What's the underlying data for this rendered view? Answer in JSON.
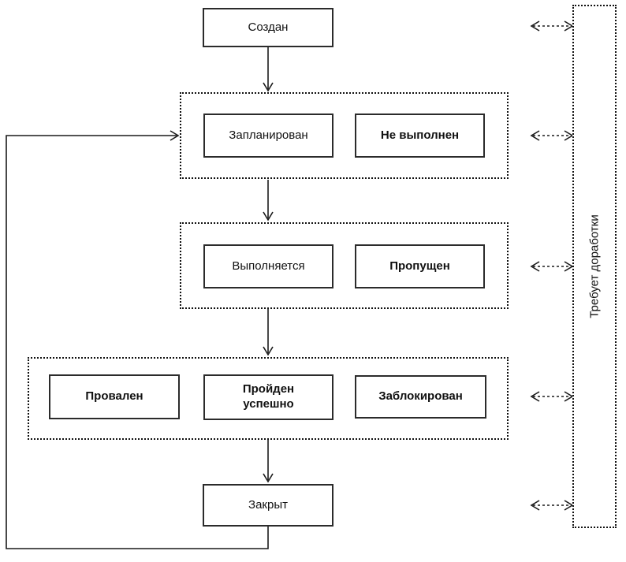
{
  "diagram": {
    "nodes": {
      "created": {
        "label": "Создан"
      },
      "planned": {
        "label": "Запланирован"
      },
      "not_executed": {
        "label": "Не выполнен"
      },
      "in_progress": {
        "label": "Выполняется"
      },
      "skipped": {
        "label": "Пропущен"
      },
      "failed": {
        "label": "Провален"
      },
      "passed": {
        "label": "Пройден успешно"
      },
      "blocked": {
        "label": "Заблокирован"
      },
      "closed": {
        "label": "Закрыт"
      },
      "needs_rework": {
        "label": "Требует доработки"
      }
    },
    "colors": {
      "line": "#1a1a1a",
      "box_border": "#2b2b2b",
      "background": "#ffffff"
    }
  }
}
